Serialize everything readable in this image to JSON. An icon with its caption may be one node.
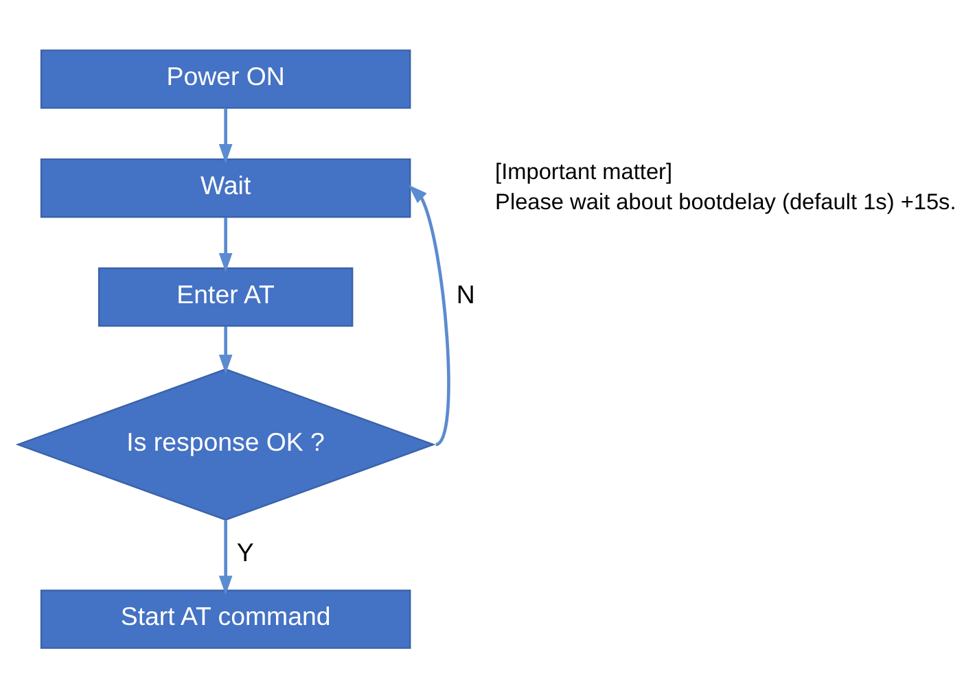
{
  "diagram": {
    "nodes": [
      {
        "text": [
          "Power ON"
        ]
      },
      {
        "text": [
          "Wait"
        ]
      },
      {
        "text": [
          "Enter AT"
        ]
      },
      {
        "text": [
          "Is response OK ?"
        ]
      },
      {
        "text": [
          "Start AT command"
        ]
      }
    ],
    "edges": [
      {
        "from": 0,
        "to": 1,
        "arrow": "to"
      },
      {
        "from": 1,
        "to": 2,
        "arrow": "to"
      },
      {
        "from": 2,
        "to": 3,
        "arrow": "to"
      },
      {
        "from": 3,
        "to": 4,
        "arrow": "to",
        "label": "Y"
      },
      {
        "from": 3,
        "to": 1,
        "arrow": "to",
        "label": "N"
      }
    ],
    "labels": [
      "[Important matter]",
      "Please wait about bootdelay (default 1s) +15s."
    ]
  }
}
